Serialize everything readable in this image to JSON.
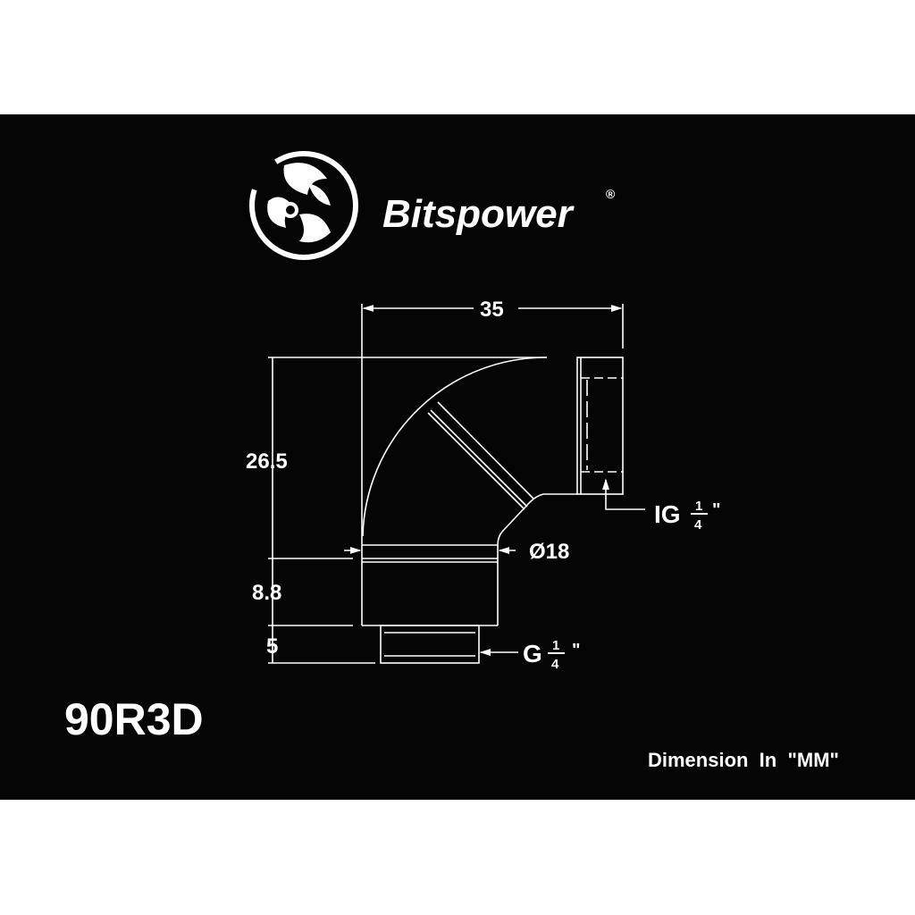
{
  "brand": {
    "name": "Bitspower",
    "registered": "®"
  },
  "model": "90R3D",
  "note": "Dimension  In  \"MM\"",
  "dimensions": {
    "width": "35",
    "height_upper": "26.5",
    "height_middle": "8.8",
    "height_thread": "5",
    "diameter": "Ø18"
  },
  "threads": {
    "inner": {
      "prefix": "IG",
      "num": "1",
      "den": "4",
      "unit": "\""
    },
    "outer": {
      "prefix": "G",
      "num": "1",
      "den": "4",
      "unit": "\""
    }
  },
  "colors": {
    "background": "#050505",
    "line": "#ffffff"
  }
}
